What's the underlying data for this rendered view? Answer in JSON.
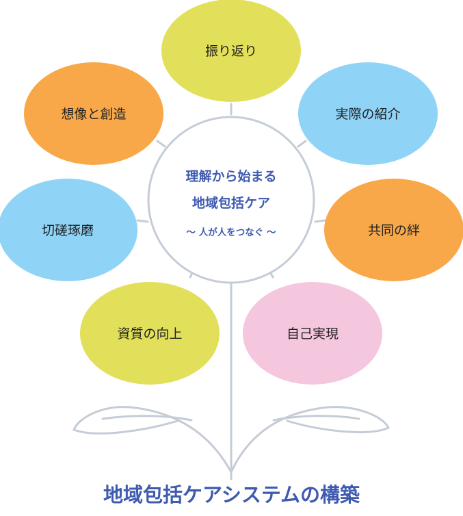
{
  "center": {
    "line1": "理解から始まる",
    "line2": "地域包括ケア",
    "subtitle": "～ 人が人をつなぐ ～"
  },
  "petals": [
    {
      "id": "top",
      "label": "振り返り",
      "color": "#e2e05a"
    },
    {
      "id": "upper-right",
      "label": "実際の紹介",
      "color": "#8fd3f7"
    },
    {
      "id": "right",
      "label": "共同の絆",
      "color": "#f8a849"
    },
    {
      "id": "lower-right",
      "label": "自己実現",
      "color": "#f5c7de"
    },
    {
      "id": "lower-left",
      "label": "資質の向上",
      "color": "#e2e05a"
    },
    {
      "id": "left",
      "label": "切磋琢磨",
      "color": "#8fd3f7"
    },
    {
      "id": "upper-left",
      "label": "想像と創造",
      "color": "#f8a849"
    }
  ],
  "footer": {
    "title": "地域包括ケアシステムの構築"
  },
  "colors": {
    "stem": "#c5ccd6",
    "center_border": "#c5ccd6",
    "title_blue": "#3f5bb0"
  }
}
